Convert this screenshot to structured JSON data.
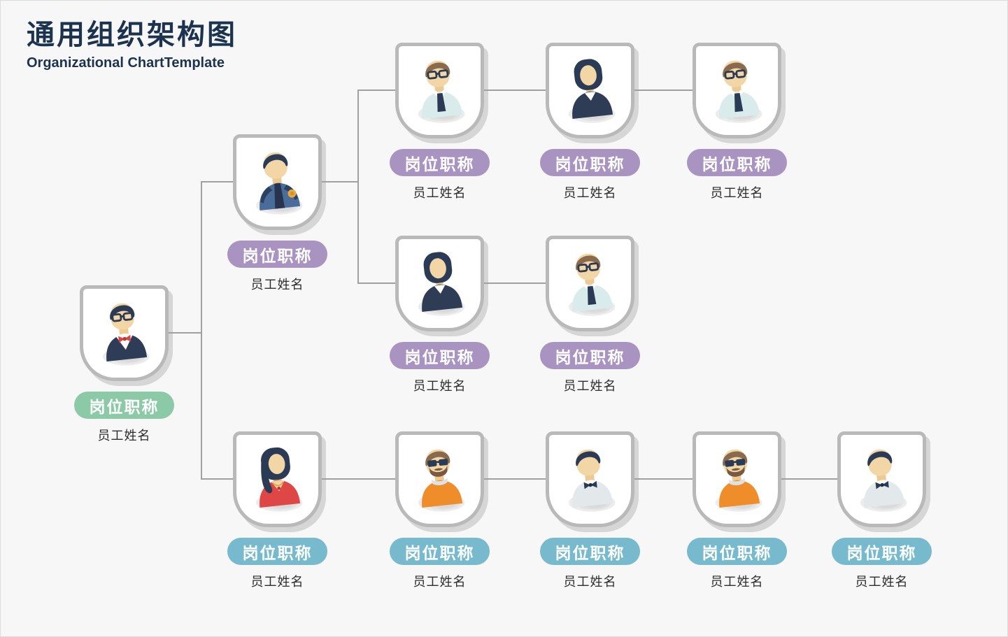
{
  "header": {
    "title": "通用组织架构图",
    "subtitle": "Organizational ChartTemplate"
  },
  "labels": {
    "position_badge": "岗位职称",
    "employee_name": "员工姓名"
  },
  "colors": {
    "background": "#f7f7f8",
    "title_text": "#1c3350",
    "badge_green": "#8cc9a6",
    "badge_purple": "#a893c1",
    "badge_teal": "#77b9cd",
    "badge_text": "#ffffff",
    "connector_line": "#a0a0a0",
    "card_border": "#b9b9b9",
    "card_background": "#ffffff",
    "name_text": "#2e2e2e"
  },
  "nodes": [
    {
      "id": "root",
      "level": 1,
      "badge": "岗位职称",
      "name": "员工姓名",
      "badge_color": "#8cc9a6",
      "avatar": "man-glasses-dark-suit-red-bowtie"
    },
    {
      "id": "branch-top",
      "level": 2,
      "badge": "岗位职称",
      "name": "员工姓名",
      "badge_color": "#a893c1",
      "avatar": "man-police-uniform"
    },
    {
      "id": "branch-bottom",
      "level": 2,
      "badge": "岗位职称",
      "name": "员工姓名",
      "badge_color": "#77b9cd",
      "avatar": "woman-long-hair-red-top"
    },
    {
      "id": "top-row-1",
      "level": 3,
      "badge": "岗位职称",
      "name": "员工姓名",
      "badge_color": "#a893c1",
      "avatar": "man-glasses-light-shirt-tie"
    },
    {
      "id": "top-row-2",
      "level": 3,
      "badge": "岗位职称",
      "name": "员工姓名",
      "badge_color": "#a893c1",
      "avatar": "woman-bob-dark-blazer"
    },
    {
      "id": "top-row-3",
      "level": 3,
      "badge": "岗位职称",
      "name": "员工姓名",
      "badge_color": "#a893c1",
      "avatar": "man-glasses-light-shirt-tie"
    },
    {
      "id": "mid-row-1",
      "level": 3,
      "badge": "岗位职称",
      "name": "员工姓名",
      "badge_color": "#a893c1",
      "avatar": "woman-bob-dark-blazer"
    },
    {
      "id": "mid-row-2",
      "level": 3,
      "badge": "岗位职称",
      "name": "员工姓名",
      "badge_color": "#a893c1",
      "avatar": "man-glasses-light-shirt-tie"
    },
    {
      "id": "bottom-row-2",
      "level": 3,
      "badge": "岗位职称",
      "name": "员工姓名",
      "badge_color": "#77b9cd",
      "avatar": "man-beard-sunglasses-orange-sweater"
    },
    {
      "id": "bottom-row-3",
      "level": 3,
      "badge": "岗位职称",
      "name": "员工姓名",
      "badge_color": "#77b9cd",
      "avatar": "man-grey-shirt-bowtie"
    },
    {
      "id": "bottom-row-4",
      "level": 3,
      "badge": "岗位职称",
      "name": "员工姓名",
      "badge_color": "#77b9cd",
      "avatar": "man-beard-sunglasses-orange-sweater"
    },
    {
      "id": "bottom-row-5",
      "level": 3,
      "badge": "岗位职称",
      "name": "员工姓名",
      "badge_color": "#77b9cd",
      "avatar": "man-grey-shirt-bowtie"
    }
  ]
}
